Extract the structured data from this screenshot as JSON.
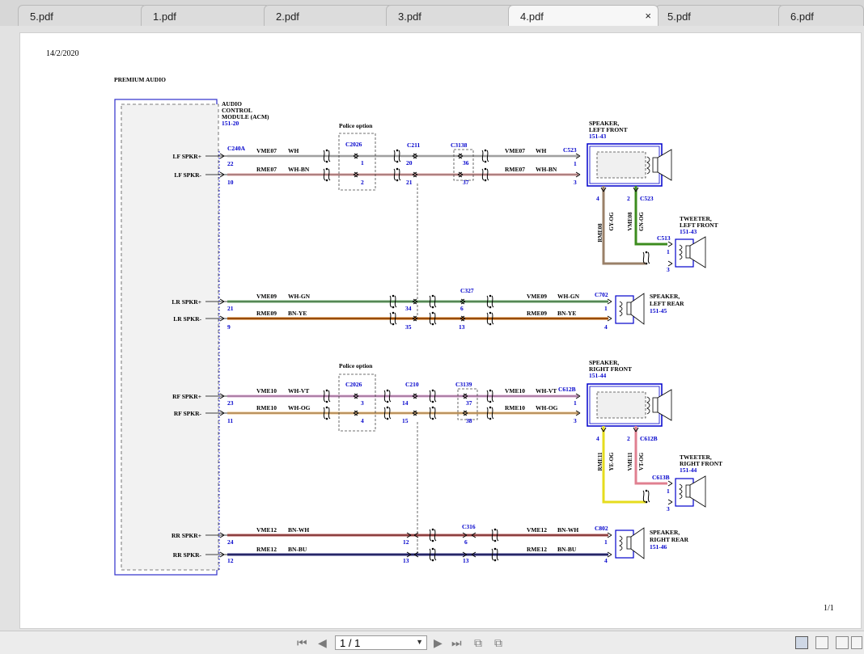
{
  "tabs": [
    {
      "label": "5.pdf",
      "active": false
    },
    {
      "label": "1.pdf",
      "active": false
    },
    {
      "label": "2.pdf",
      "active": false
    },
    {
      "label": "3.pdf",
      "active": false
    },
    {
      "label": "4.pdf",
      "active": true
    },
    {
      "label": "5.pdf",
      "active": false
    },
    {
      "label": "6.pdf",
      "active": false
    }
  ],
  "tab_close_glyph": "×",
  "document": {
    "date": "14/2/2020",
    "title": "PREMIUM AUDIO",
    "page_indicator": "1/1",
    "acm": {
      "line1": "AUDIO",
      "line2": "CONTROL",
      "line3": "MODULE (ACM)",
      "ref": "151-20"
    },
    "outputs": [
      "LF SPKR+",
      "LF SPKR-",
      "LR SPKR+",
      "LR SPKR-",
      "RF SPKR+",
      "RF SPKR-",
      "RR SPKR+",
      "RR SPKR-"
    ],
    "police_option": "Police option",
    "connectors": {
      "c240a": "C240A",
      "c2026": "C2026",
      "c211": "C211",
      "c3138": "C3138",
      "c523": "C523",
      "c327": "C327",
      "c702": "C702",
      "c210": "C210",
      "c3139": "C3139",
      "c612b": "C612B",
      "c316": "C316",
      "c802": "C802",
      "c513": "C513",
      "c613b": "C613B"
    },
    "pins": {
      "p22": "22",
      "p10": "10",
      "p21": "21",
      "p9": "9",
      "p23": "23",
      "p11": "11",
      "p24": "24",
      "p12": "12",
      "p1": "1",
      "p2": "2",
      "p3": "3",
      "p4": "4",
      "p20": "20",
      "p34": "34",
      "p35": "35",
      "p6": "6",
      "p13": "13",
      "p14": "14",
      "p15": "15",
      "p36": "36",
      "p37": "37",
      "p38": "38"
    },
    "circuits": {
      "vme07": "VME07",
      "rme07": "RME07",
      "vme09": "VME09",
      "rme09": "RME09",
      "vme10": "VME10",
      "rme10": "RME10",
      "vme12": "VME12",
      "rme12": "RME12",
      "rme08": "RME08",
      "vme08": "VME08",
      "rme11": "RME11",
      "vme11": "VME11"
    },
    "wire_colors": {
      "wh": "WH",
      "wh_bn": "WH-BN",
      "wh_gn": "WH-GN",
      "bn_ye": "BN-YE",
      "wh_vt": "WH-VT",
      "wh_og": "WH-OG",
      "bn_wh": "BN-WH",
      "bn_bu": "BN-BU",
      "gy_og": "GY-OG",
      "gn_og": "GN-OG",
      "ye_og": "YE-OG",
      "vt_og": "VT-OG"
    },
    "speakers": {
      "lf_a": "SPEAKER,",
      "lf_b": "LEFT FRONT",
      "lf_ref": "151-43",
      "lr_a": "SPEAKER,",
      "lr_b": "LEFT REAR",
      "lr_ref": "151-45",
      "rf_a": "SPEAKER,",
      "rf_b": "RIGHT FRONT",
      "rf_ref": "151-44",
      "rr_a": "SPEAKER,",
      "rr_b": "RIGHT REAR",
      "rr_ref": "151-46",
      "tl_a": "TWEETER,",
      "tl_b": "LEFT FRONT",
      "tl_ref": "151-43",
      "tr_a": "TWEETER,",
      "tr_b": "RIGHT FRONT",
      "tr_ref": "151-44"
    },
    "colors": {
      "connector_blue": "#0000cc",
      "wh": "#c8c8c8",
      "wh_bn": "#d9a0a0",
      "wh_gn": "#6aa86a",
      "bn_ye": "#c86400",
      "wh_vt": "#d8a0d0",
      "wh_og": "#e8b878",
      "bn_wh": "#b05050",
      "bn_bu": "#303080",
      "gy_og": "#9a8068",
      "gn_og": "#3c8c1e",
      "ye_og": "#e6dc1e",
      "vt_og": "#e08090"
    }
  },
  "toolbar": {
    "page_field": "1 / 1",
    "icons": [
      "first-page-icon",
      "prev-page-icon",
      "next-page-icon",
      "last-page-icon",
      "rotate-icon",
      "copy-icon",
      "single-page-view-icon",
      "continuous-view-icon",
      "two-page-view-icon",
      "two-page-continuous-icon"
    ]
  }
}
